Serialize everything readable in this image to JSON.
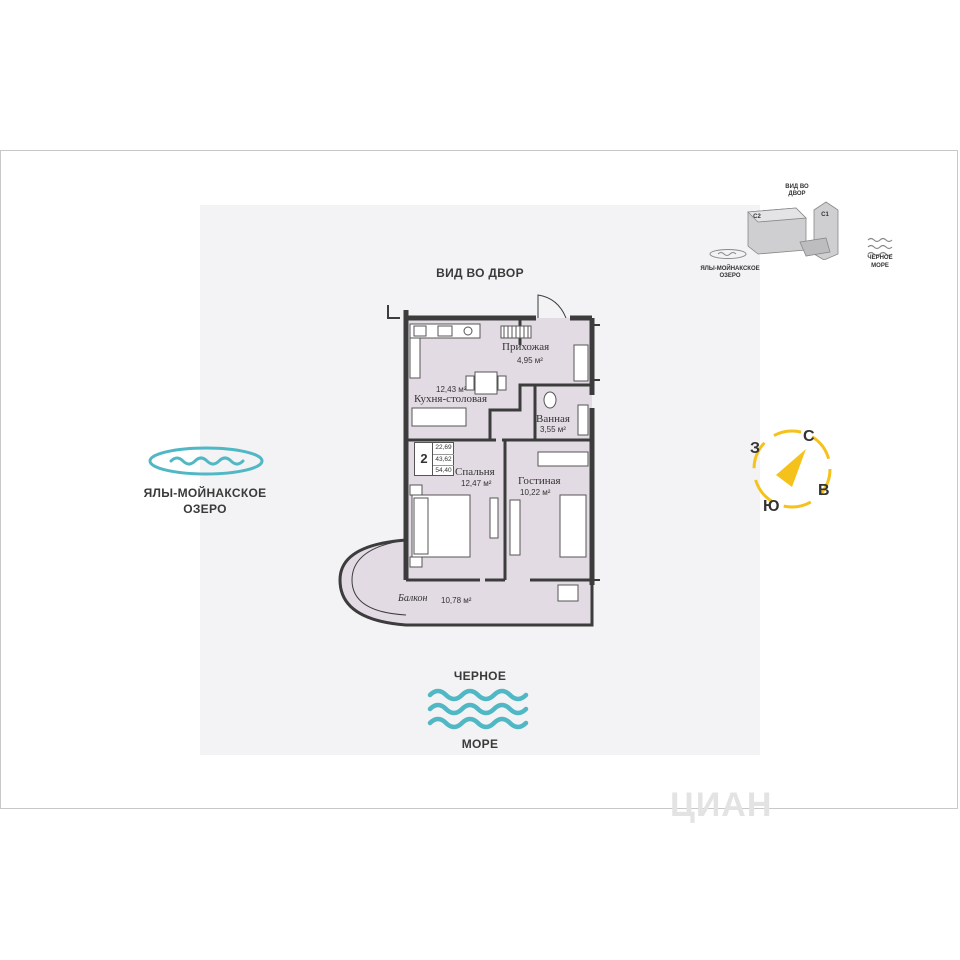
{
  "labels": {
    "view_courtyard": "ВИД ВО ДВОР",
    "lake_line1": "ЯЛЫ-МОЙНАКСКОЕ",
    "lake_line2": "ОЗЕРО",
    "sea_line1": "ЧЕРНОЕ",
    "sea_line2": "МОРЕ"
  },
  "rooms": {
    "hallway": {
      "name": "Прихожая",
      "area": "4,95 м²"
    },
    "kitchen": {
      "name": "Кухня-столовая",
      "area": "12,43 м²"
    },
    "bathroom": {
      "name": "Ванная",
      "area": "3,55 м²"
    },
    "bedroom": {
      "name": "Спальня",
      "area": "12,47 м²"
    },
    "living": {
      "name": "Гостиная",
      "area": "10,22 м²"
    },
    "balcony": {
      "name": "Балкон",
      "area": "10,78 м²"
    }
  },
  "badge": {
    "rooms_count": "2",
    "values": [
      "22,69",
      "43,62",
      "54,40"
    ]
  },
  "compass": {
    "north": "С",
    "east": "В",
    "south": "Ю",
    "west": "З"
  },
  "minimap": {
    "view_line1": "ВИД ВО",
    "view_line2": "ДВОР",
    "block_c2": "С2",
    "block_c1": "С1",
    "lake_line1": "ЯЛЫ-МОЙНАКСКОЕ",
    "lake_line2": "ОЗЕРО",
    "sea_line1": "ЧЕРНОЕ",
    "sea_line2": "МОРЕ"
  },
  "watermark": "ЦИАН",
  "colors": {
    "accent_teal": "#4fb8c4",
    "compass_yellow": "#f4c21a",
    "floor_fill": "#e2dbe3",
    "wall": "#3c3c3c"
  }
}
